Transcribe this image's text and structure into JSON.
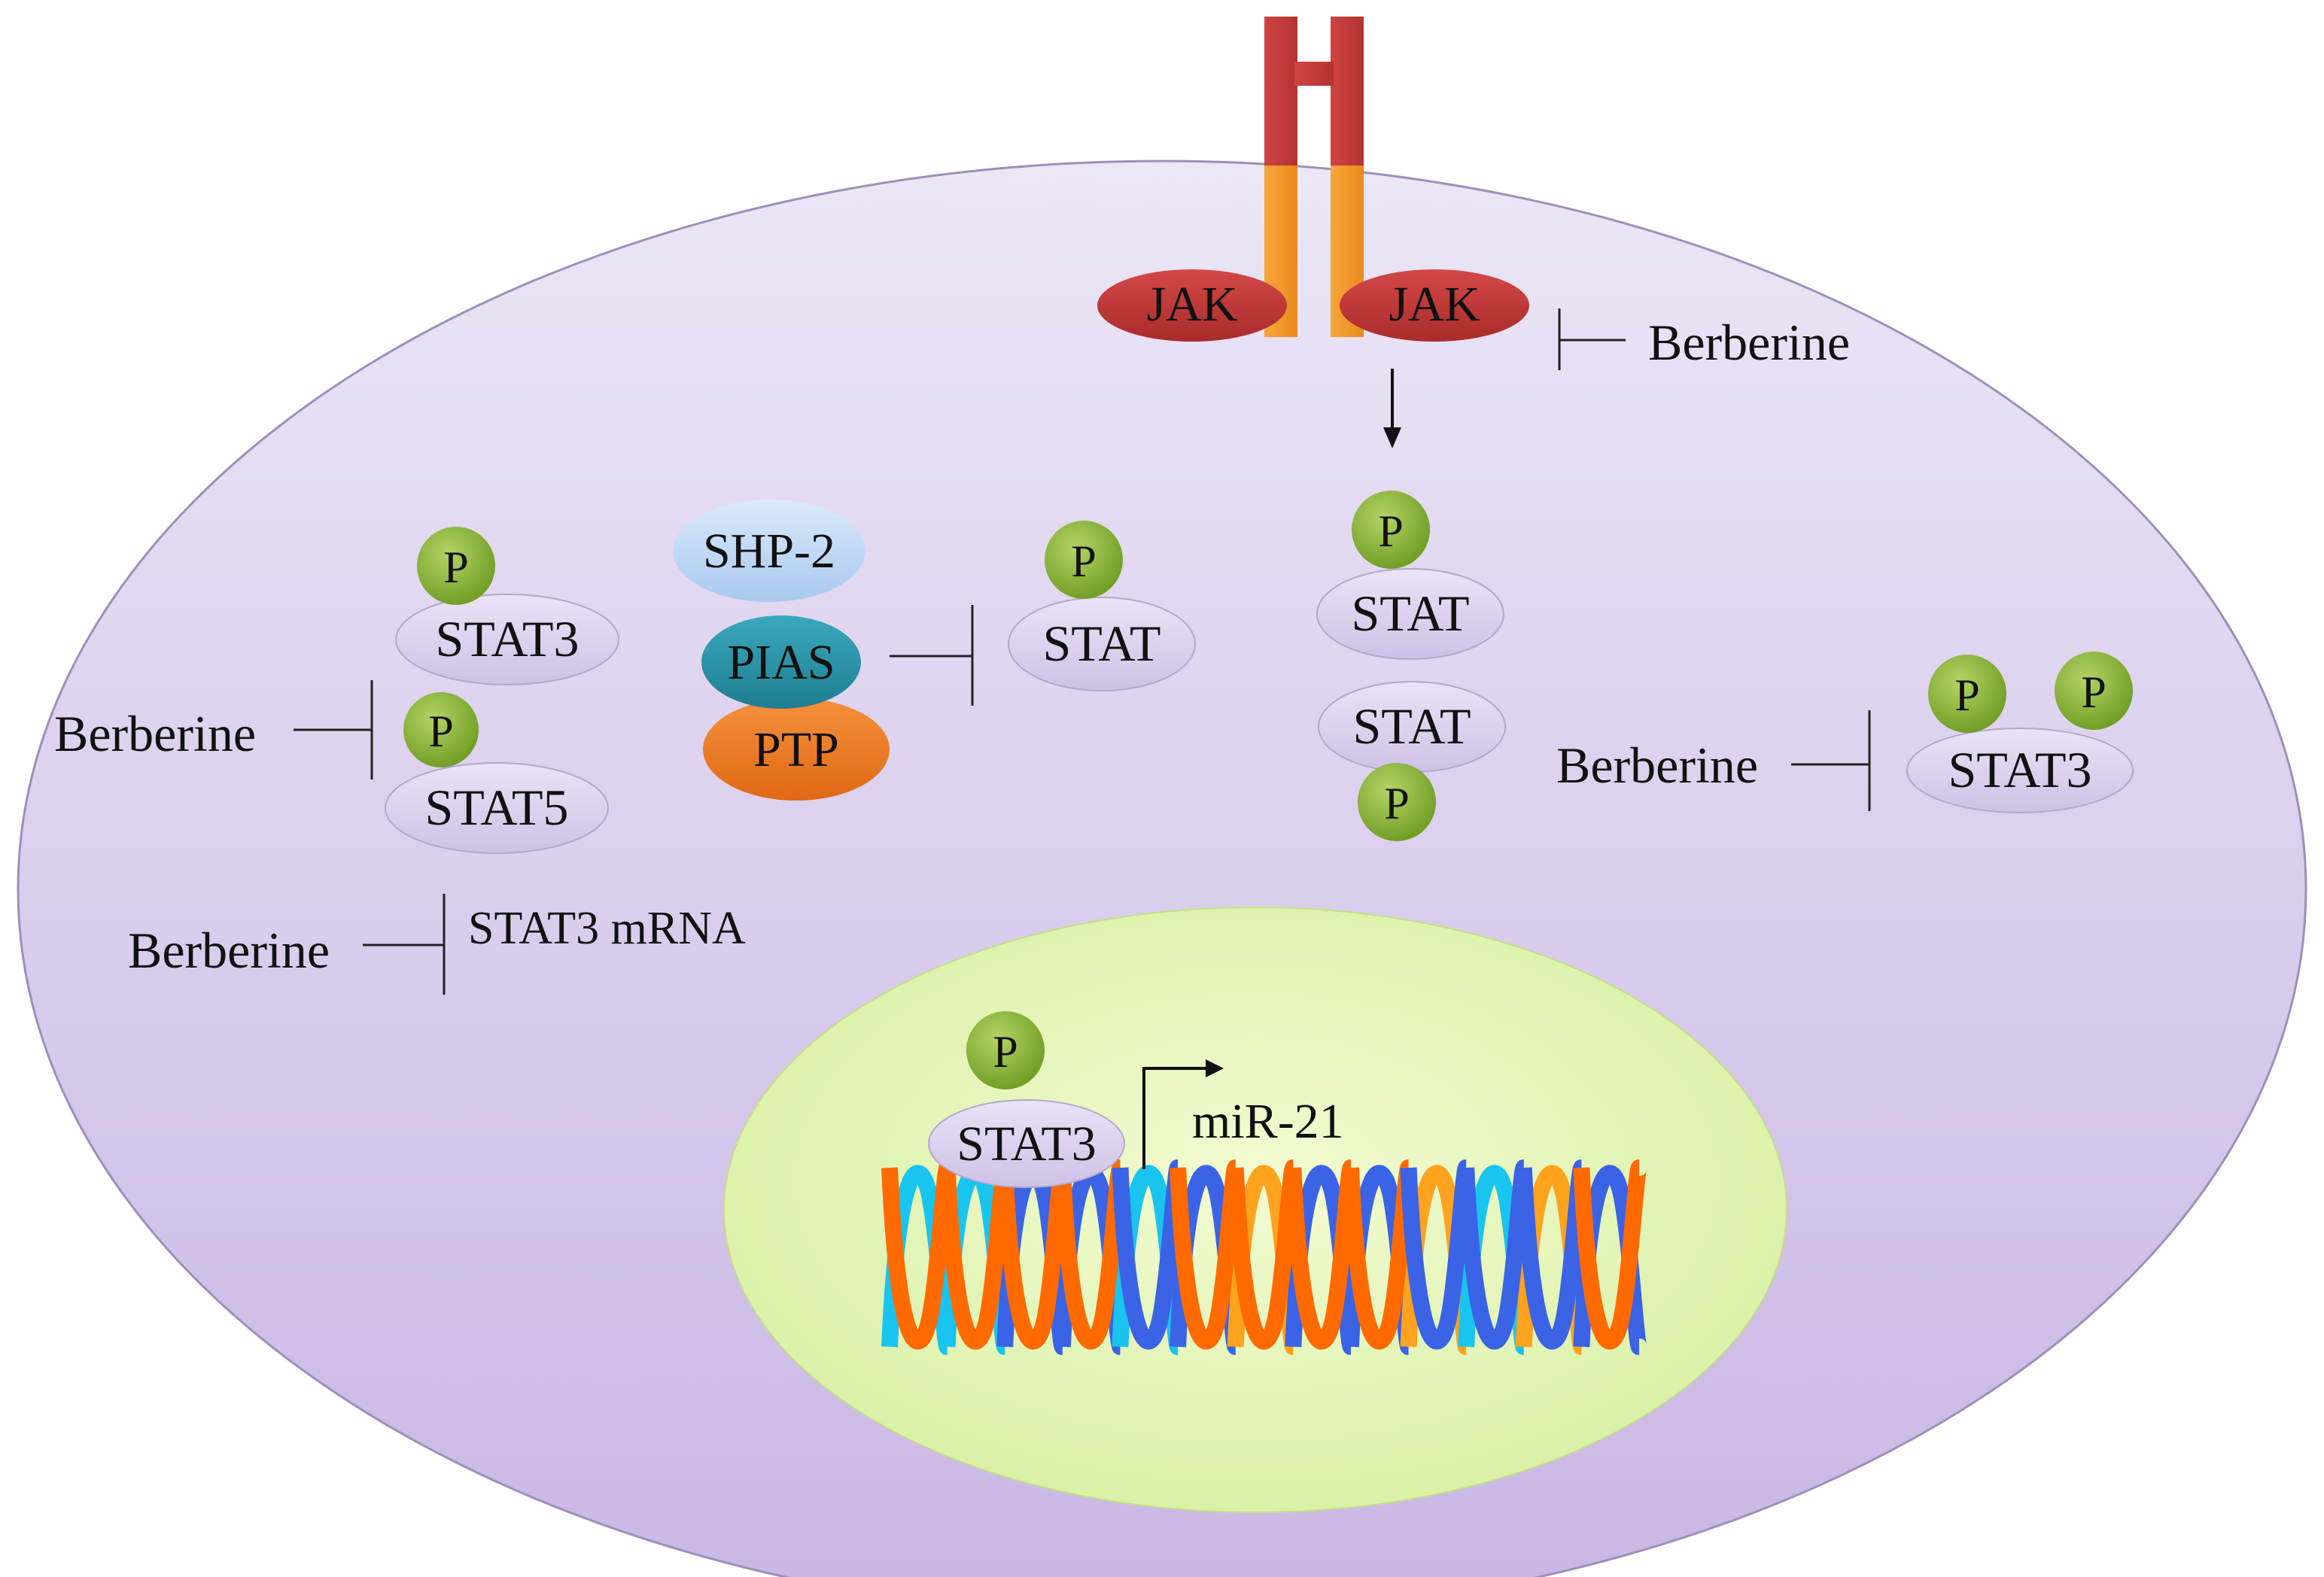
{
  "labels": {
    "jak": "JAK",
    "p": "P",
    "stat": "STAT",
    "stat3": "STAT3",
    "stat5": "STAT5",
    "shp2": "SHP-2",
    "pias": "PIAS",
    "ptp": "PTP",
    "berberine": "Berberine",
    "stat3_mrna": "STAT3 mRNA",
    "mir21": "miR-21"
  },
  "colors": {
    "cell_top": "#ece6f6",
    "cell_bottom": "#c9b6e4",
    "cell_stroke": "#9e8fba",
    "nucleus_inner": "#f3fbd2",
    "nucleus_outer": "#d8f0a4",
    "stat_fill": "#ddd1ef",
    "stat_stroke": "#b4a7cc",
    "phospho_fill": "#7fac2d",
    "phospho_light": "#b4d466",
    "jak_fill": "#c33b3a",
    "receptor_top": "#c33b3a",
    "receptor_bottom": "#f39a2b",
    "shp2_fill": "#bfd8f5",
    "pias_fill": "#2a93a7",
    "ptp_fill": "#ee7a24",
    "dna_orange": "#ff6a00",
    "dna_blue": "#3a63e6",
    "dna_cyan": "#19c4ee",
    "dna_lightorange": "#ffa21e"
  },
  "icons": [
    "receptor-icon",
    "phosphate-icon",
    "dna-helix-icon",
    "arrow-icon",
    "inhibition-icon",
    "transcription-arrow-icon"
  ]
}
